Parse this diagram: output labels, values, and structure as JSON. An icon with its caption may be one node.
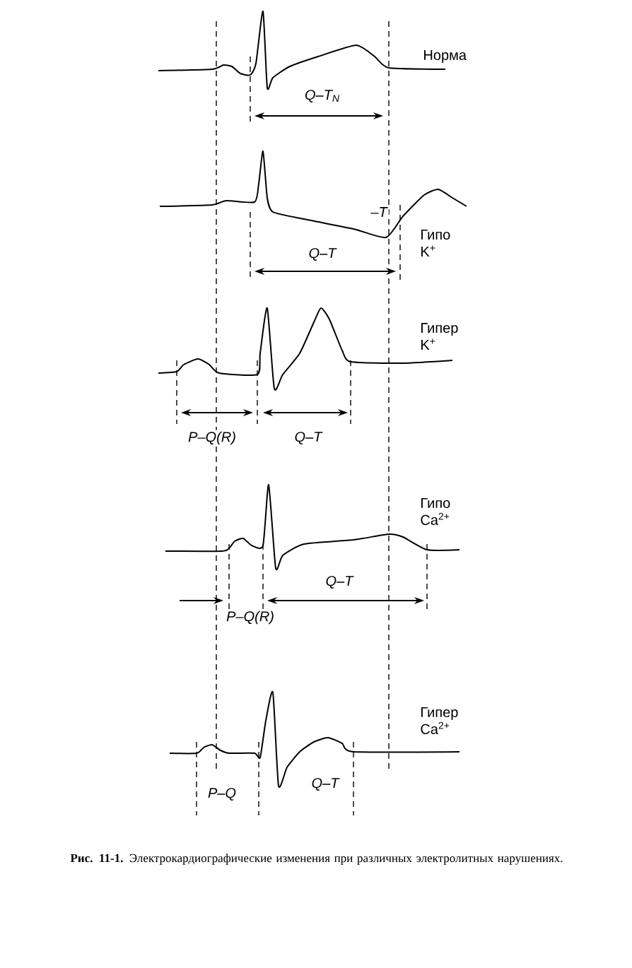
{
  "diagram": {
    "caption": "**Рис. 11-1.** Электрокардиографические изменения при различных электролитных нарушениях.",
    "labels": [
      "Норма",
      "Q–T$_{N}$",
      "–T",
      "Гипо K$^{+}$",
      "Q–T",
      "Гипер K$^{+}$",
      "P–Q(R)",
      "Q–T",
      "Гипо Ca$^{2+}$",
      "Q–T",
      "P–Q(R)",
      "Гипер Ca$^{2+}$",
      "P–Q",
      "Q–T"
    ]
  }
}
